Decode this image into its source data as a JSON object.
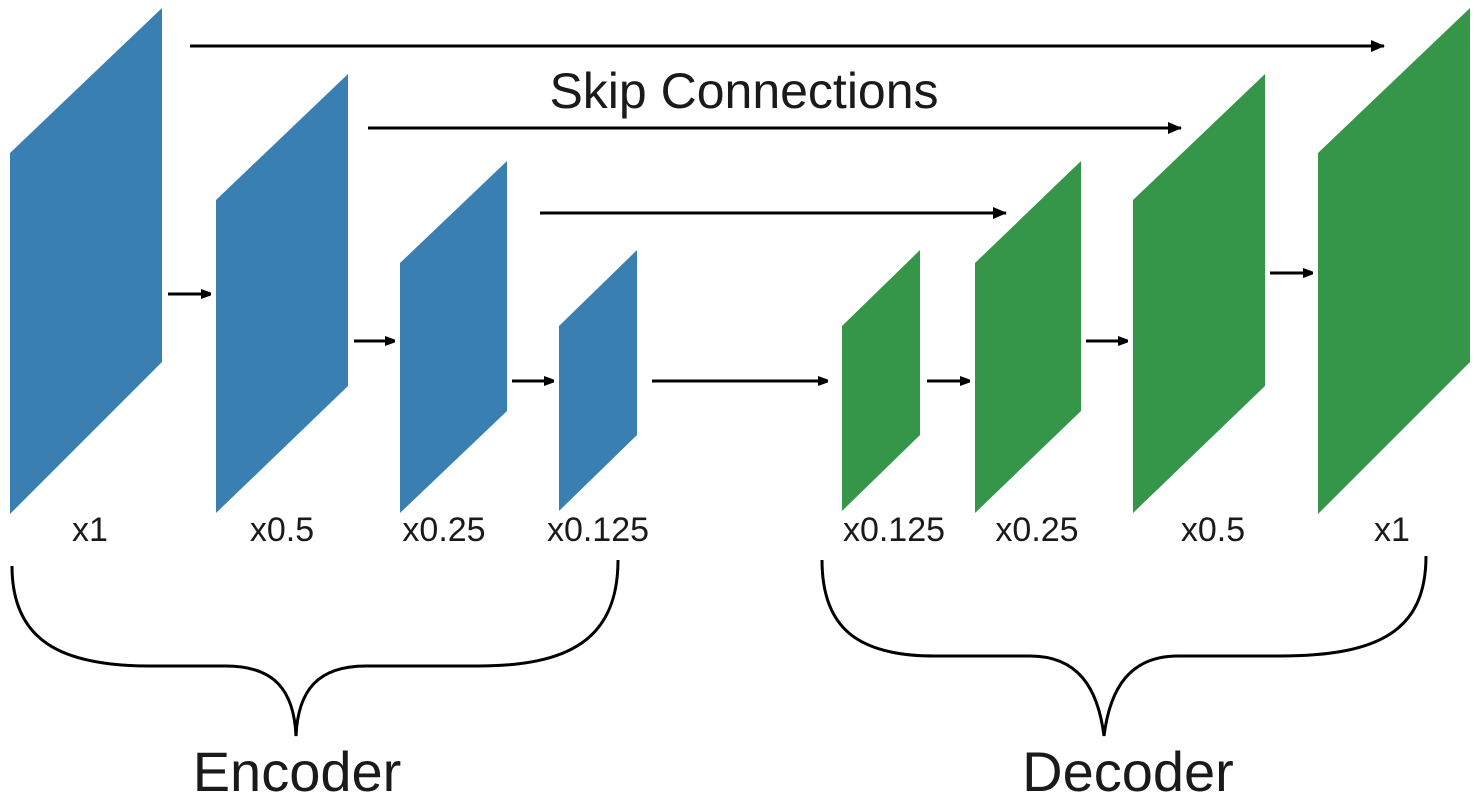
{
  "diagram": {
    "skip_label": "Skip Connections",
    "encoder": {
      "label": "Encoder",
      "color": "#3a7fb2",
      "scales": [
        "x1",
        "x0.5",
        "x0.25",
        "x0.125"
      ]
    },
    "decoder": {
      "label": "Decoder",
      "color": "#35964a",
      "scales": [
        "x0.125",
        "x0.25",
        "x0.5",
        "x1"
      ]
    },
    "arrow_color": "#000000"
  }
}
